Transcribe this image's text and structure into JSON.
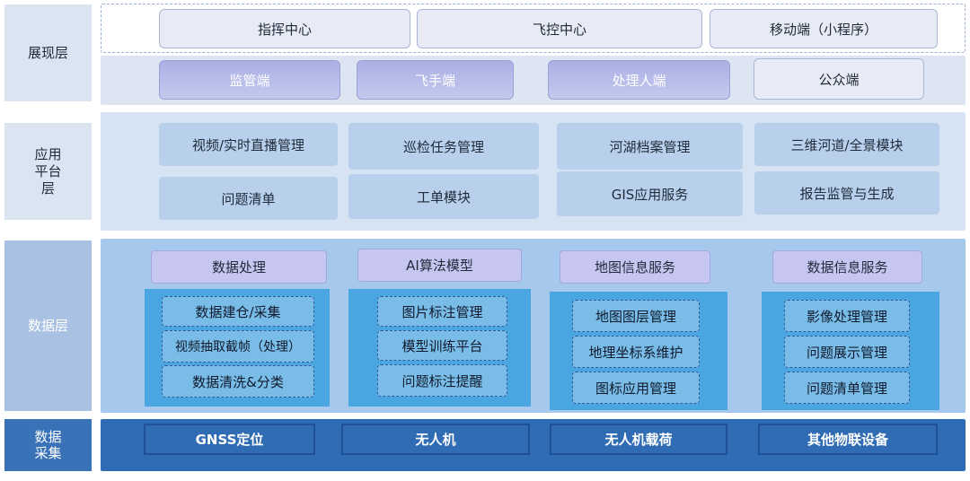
{
  "layers": {
    "presentation": {
      "label": "展现层"
    },
    "application": {
      "label": "应用平台层"
    },
    "data": {
      "label": "数据层"
    },
    "acquisition": {
      "label": "数据采集"
    }
  },
  "presentation": {
    "row1": [
      "指挥中心",
      "飞控中心",
      "移动端（小程序）"
    ],
    "row2": [
      "监管端",
      "飞手端",
      "处理人端",
      "公众端"
    ]
  },
  "application": {
    "row1": [
      "视频/实时直播管理",
      "巡检任务管理",
      "河湖档案管理",
      "三维河道/全景模块"
    ],
    "row2": [
      "问题清单",
      "工单模块",
      "GIS应用服务",
      "报告监管与生成"
    ]
  },
  "data": {
    "groups": [
      {
        "title": "数据处理",
        "items": [
          "数据建仓/采集",
          "视频抽取截帧（处理）",
          "数据清洗&分类"
        ]
      },
      {
        "title": "AI算法模型",
        "items": [
          "图片标注管理",
          "模型训练平台",
          "问题标注提醒"
        ]
      },
      {
        "title": "地图信息服务",
        "items": [
          "地图图层管理",
          "地理坐标系维护",
          "图标应用管理"
        ]
      },
      {
        "title": "数据信息服务",
        "items": [
          "影像处理管理",
          "问题展示管理",
          "问题清单管理"
        ]
      }
    ]
  },
  "acquisition": {
    "items": [
      "GNSS定位",
      "无人机",
      "无人机载荷",
      "其他物联设备"
    ]
  },
  "colors": {
    "layer_label_bg": "#dbe4f1",
    "data_panel_bg": "#a5c8ec",
    "group_bg": "#4aa6e0",
    "acquisition_bg": "#2f6cb3"
  }
}
